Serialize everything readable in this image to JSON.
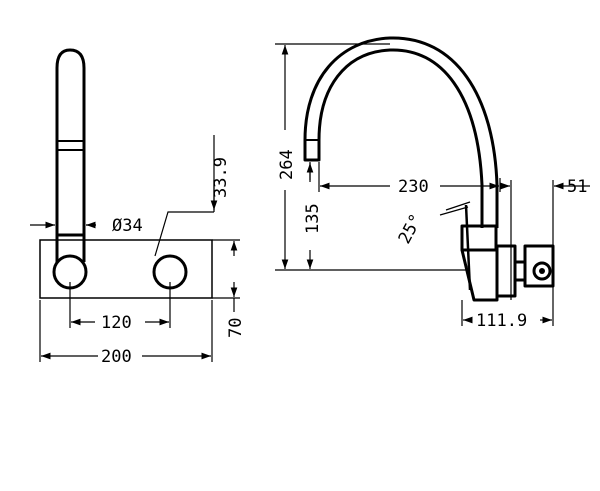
{
  "drawing": {
    "front_view": {
      "spout_diameter_label": "Ø34",
      "handle_spacing_label": "120",
      "plate_width_label": "200",
      "plate_height_label": "70",
      "handle_offset_label": "33.9"
    },
    "side_view": {
      "overall_height_label": "264",
      "spout_reach_label": "230",
      "wall_projection_label": "51",
      "outlet_height_label": "135",
      "tilt_angle_label": "25°",
      "body_depth_label": "111.9"
    }
  }
}
